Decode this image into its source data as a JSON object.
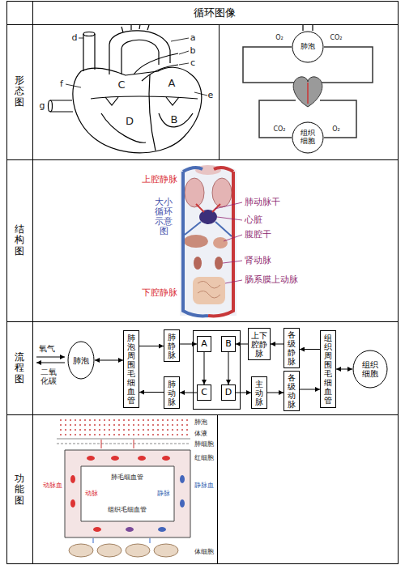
{
  "diagram": {
    "title": "循环图像",
    "nodes": [
      {
        "text": [
          "肺泡"
        ]
      },
      {
        "text": [
          "组织细胞"
        ]
      },
      {
        "text": [
          "肺泡"
        ]
      },
      {
        "text": [
          "肺泡周围毛细血管"
        ]
      },
      {
        "text": [
          "肺静脉"
        ]
      },
      {
        "text": [
          "肺动脉"
        ]
      },
      {
        "text": [
          "A"
        ]
      },
      {
        "text": [
          "B"
        ]
      },
      {
        "text": [
          "C"
        ]
      },
      {
        "text": [
          "D"
        ]
      },
      {
        "text": [
          "上下腔静脉"
        ]
      },
      {
        "text": [
          "主动脉"
        ]
      },
      {
        "text": [
          "各级静脉"
        ]
      },
      {
        "text": [
          "各级动脉"
        ]
      },
      {
        "text": [
          "组织周围毛细血管"
        ]
      },
      {
        "text": [
          "组织细胞"
        ]
      }
    ],
    "edges": [
      {
        "from": 2,
        "to": 3,
        "arrow": "both"
      },
      {
        "from": 3,
        "to": 4,
        "arrow": "to"
      },
      {
        "from": 5,
        "to": 3,
        "arrow": "to"
      },
      {
        "from": 4,
        "to": 6,
        "arrow": "to"
      },
      {
        "from": 6,
        "to": 8,
        "arrow": "to"
      },
      {
        "from": 8,
        "to": 5,
        "arrow": "to"
      },
      {
        "from": 10,
        "to": 7,
        "arrow": "to"
      },
      {
        "from": 7,
        "to": 9,
        "arrow": "to"
      },
      {
        "from": 9,
        "to": 11,
        "arrow": "to"
      },
      {
        "from": 11,
        "to": 13,
        "arrow": "to"
      },
      {
        "from": 13,
        "to": 14,
        "arrow": "to"
      },
      {
        "from": 14,
        "to": 12,
        "arrow": "to"
      },
      {
        "from": 12,
        "to": 10,
        "arrow": "to"
      },
      {
        "from": 15,
        "to": 14,
        "arrow": "both"
      }
    ],
    "labels": [
      "形态图",
      "结构图",
      "流程图",
      "功能图",
      "d",
      "a",
      "b",
      "c",
      "e",
      "f",
      "g",
      "C",
      "A",
      "D",
      "B",
      "O₂",
      "CO₂",
      "CO₂",
      "O₂",
      "上腔静脉",
      "大小循环示意图",
      "肺动脉干",
      "心脏",
      "腹腔干",
      "肾动脉",
      "肠系膜上动脉",
      "下腔静脉",
      "氧气",
      "二氧化碳",
      "肺泡",
      "体液",
      "肺细胞",
      "红细胞",
      "肺毛细血管",
      "动脉",
      "静脉",
      "组织毛细血管",
      "动脉血",
      "静脉血",
      "体细胞"
    ]
  }
}
